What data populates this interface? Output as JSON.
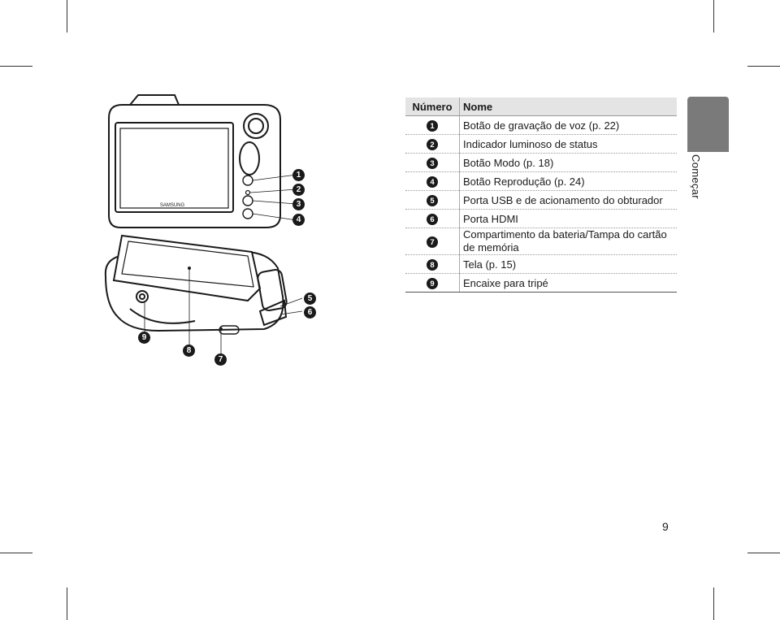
{
  "table": {
    "header_number": "Número",
    "header_name": "Nome",
    "rows": [
      {
        "num": "1",
        "name": "Botão de gravação de voz (p. 22)"
      },
      {
        "num": "2",
        "name": "Indicador luminoso de status"
      },
      {
        "num": "3",
        "name": "Botão Modo (p. 18)"
      },
      {
        "num": "4",
        "name": "Botão Reprodução (p. 24)"
      },
      {
        "num": "5",
        "name": "Porta USB e de acionamento do obturador"
      },
      {
        "num": "6",
        "name": "Porta HDMI"
      },
      {
        "num": "7",
        "name": "Compartimento da bateria/Tampa do cartão de memória"
      },
      {
        "num": "8",
        "name": "Tela (p. 15)"
      },
      {
        "num": "9",
        "name": "Encaixe para tripé"
      }
    ]
  },
  "callouts": [
    "1",
    "2",
    "3",
    "4",
    "5",
    "6",
    "9",
    "8",
    "7"
  ],
  "camera_brand_text": "SAMSUNG",
  "section_label": "Começar",
  "page_number": "9",
  "colors": {
    "tab_gray": "#7a7a7a",
    "header_gray": "#e4e4e4",
    "badge_black": "#1a1a1a"
  }
}
